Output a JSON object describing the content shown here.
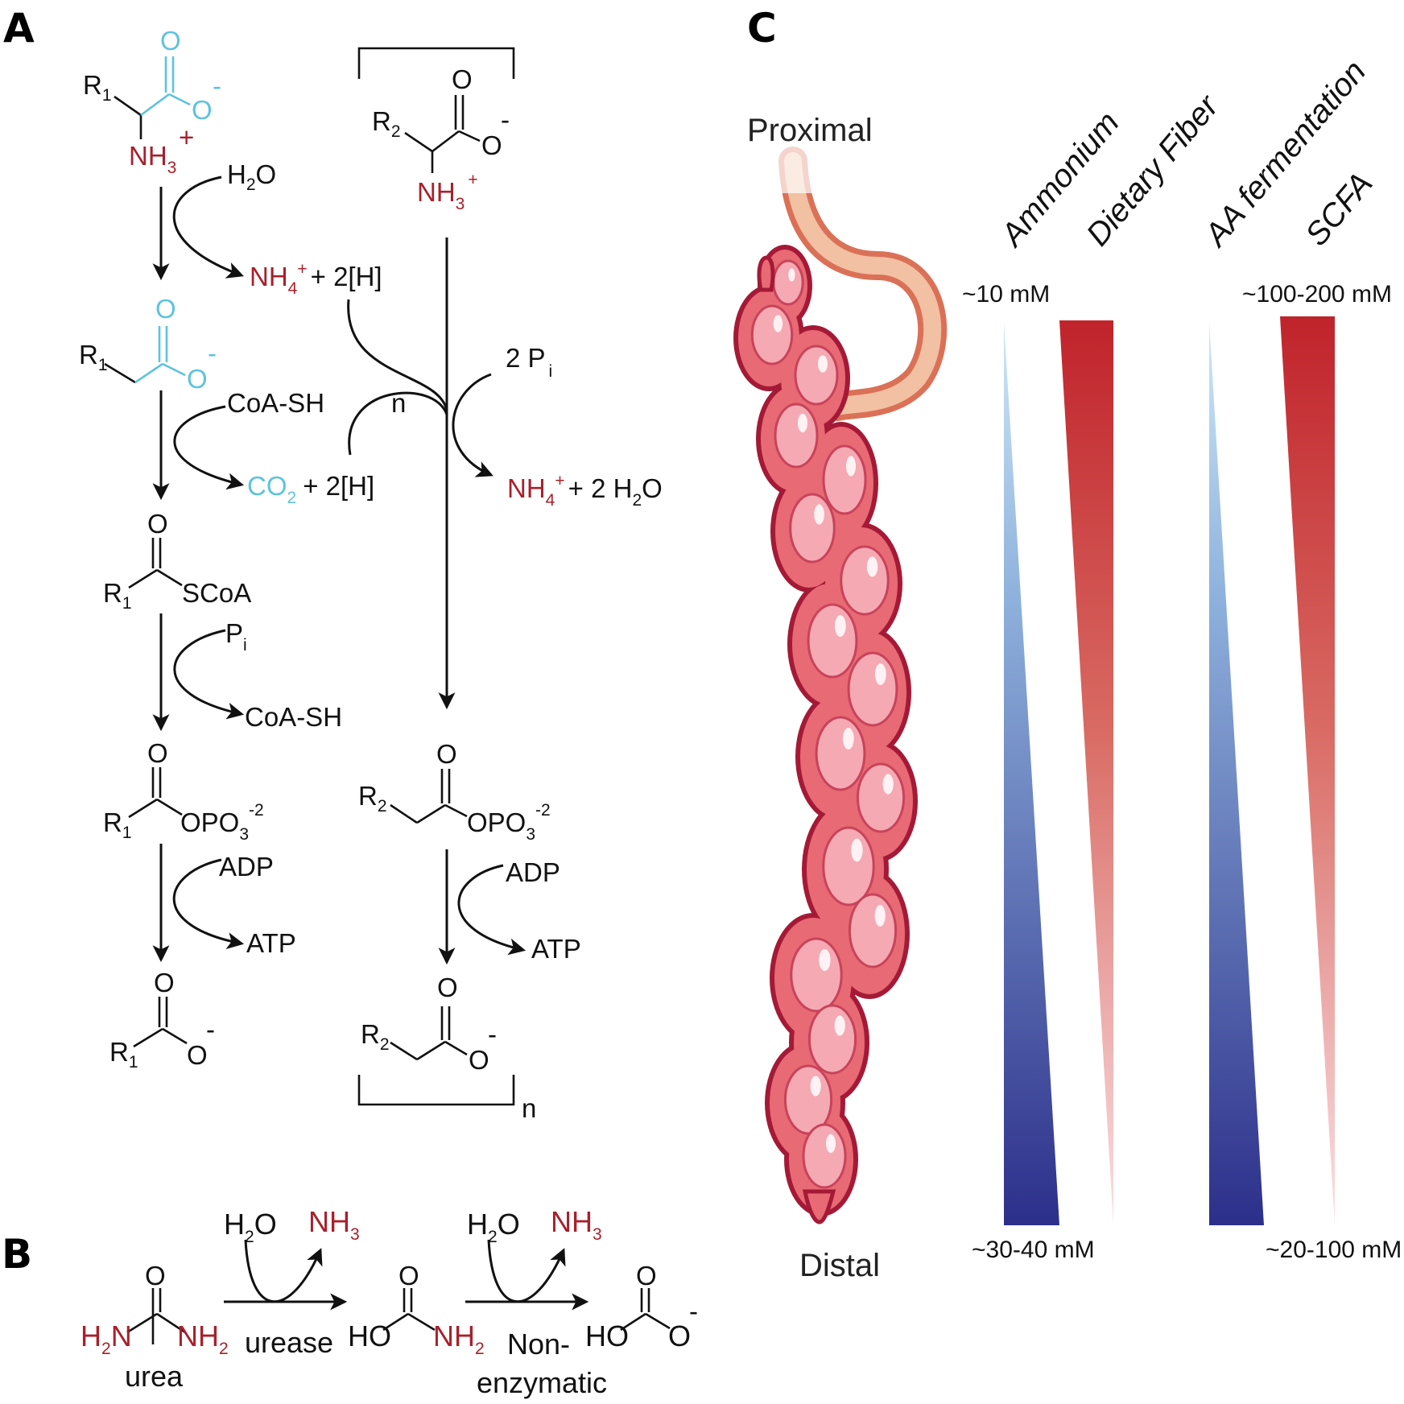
{
  "panels": {
    "a": "A",
    "b": "B",
    "c": "C"
  },
  "colors": {
    "red": "#a8202c",
    "cyan": "#5ec3dd",
    "blue_dark": "#2c2f8a",
    "red_bar": "#c0232b",
    "colon": "#e86a74"
  },
  "panel_a": {
    "r1": "R",
    "r2": "R",
    "sub1": "1",
    "sub2": "2",
    "o": "O",
    "o_minus": "-",
    "plus": "+",
    "nh": "NH",
    "sub3": "3",
    "sub4": "4",
    "h2o_h": "H",
    "h2o_o": "O",
    "h2o_sub": "2",
    "plus_2h": "+ 2[H]",
    "coa_sh": "CoA-SH",
    "co2_c": "CO",
    "co2_sub": "2",
    "scoa": "SCoA",
    "p": "P",
    "p_sub": "i",
    "two_p": "2 P",
    "opo_a": "OPO",
    "opo_sub": "3",
    "opo_sup": "-2",
    "adp": "ADP",
    "atp": "ATP",
    "n": "n",
    "plus_2": "+ 2 ",
    "bracket_n": "n"
  },
  "panel_b": {
    "urea": "urea",
    "urease": "urease",
    "non": "Non-",
    "enzymatic": "enzymatic",
    "h2n": "H",
    "h2n_sub": "2",
    "h2n_n": "N",
    "nh2": "NH",
    "nh2_sub": "2",
    "ho": "HO",
    "o": "O",
    "o_minus": "-",
    "h2o_h": "H",
    "h2o_o": "O",
    "h2o_sub": "2",
    "nh3": "NH",
    "nh3_sub": "3"
  },
  "panel_c": {
    "proximal": "Proximal",
    "distal": "Distal",
    "labels": [
      "Ammonium",
      "Dietary Fiber",
      "AA fermentation",
      "SCFA"
    ],
    "ammonium_top": "~10 mM",
    "ammonium_bottom": "~30-40 mM",
    "scfa_top": "~100-200 mM",
    "scfa_bottom": "~20-100 mM"
  }
}
